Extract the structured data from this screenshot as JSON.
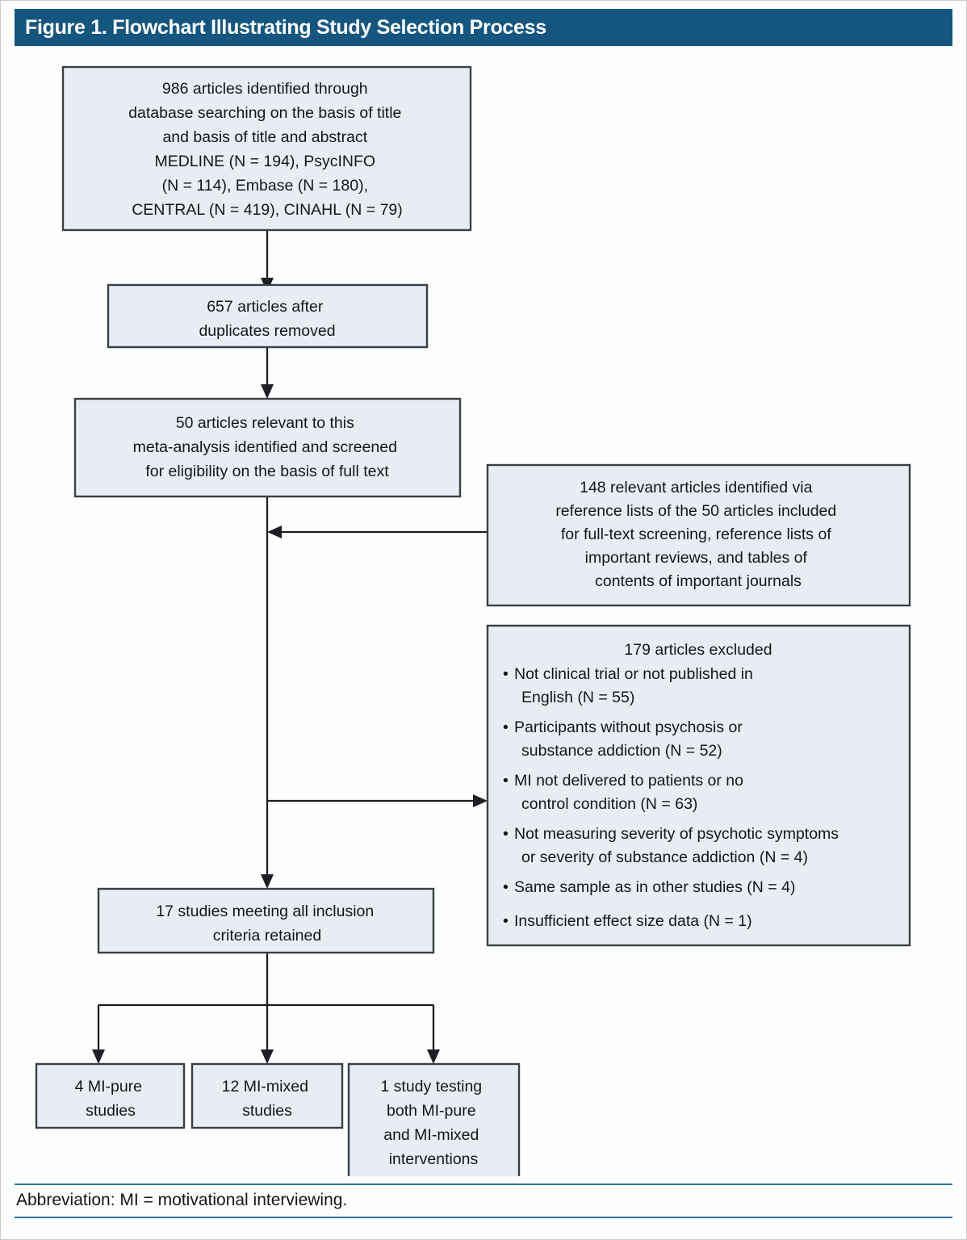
{
  "header": {
    "title": "Figure 1. Flowchart Illustrating Study Selection Process",
    "bar_color": "#15567f",
    "title_color": "#ffffff"
  },
  "theme": {
    "box_fill": "#e8ecf3",
    "box_border": "#3b3f45",
    "connector_color": "#1d1f22",
    "rule_color": "#2b74a8",
    "text_color": "#161616",
    "page_background": "#fdfefe"
  },
  "chart_data": {
    "type": "diagram",
    "title": "Figure 1. Flowchart Illustrating Study Selection Process",
    "diagram_kind": "prisma-study-selection-flowchart",
    "nodes": [
      {
        "id": "identified",
        "lines": [
          "986 articles identified through",
          "database searching on the basis of title",
          "and basis of title and abstract",
          "MEDLINE (N = 194), PsycINFO",
          "(N = 114), Embase (N = 180),",
          "CENTRAL (N = 419), CINAHL (N = 79)"
        ],
        "count": 986
      },
      {
        "id": "deduplicated",
        "lines": [
          "657 articles after",
          "duplicates removed"
        ],
        "count": 657
      },
      {
        "id": "screened",
        "lines": [
          "50 articles relevant to this",
          "meta-analysis identified and screened",
          "for eligibility on the basis of full text"
        ],
        "count": 50
      },
      {
        "id": "reference-lists",
        "lines": [
          "148 relevant articles identified via",
          "reference lists of the 50 articles included",
          "for full-text screening, reference lists of",
          "important reviews, and tables of",
          "contents of important journals"
        ],
        "count": 148
      },
      {
        "id": "excluded",
        "heading": "179 articles excluded",
        "count": 179,
        "bullets": [
          {
            "lines": [
              "Not clinical trial or not published in",
              "English (N = 55)"
            ],
            "n": 55
          },
          {
            "lines": [
              "Participants without psychosis or",
              "substance addiction (N = 52)"
            ],
            "n": 52
          },
          {
            "lines": [
              "MI not delivered to patients or no",
              "control condition (N = 63)"
            ],
            "n": 63
          },
          {
            "lines": [
              "Not measuring severity of psychotic symptoms",
              "or severity of substance addiction (N = 4)"
            ],
            "n": 4
          },
          {
            "lines": [
              "Same sample as in other studies (N = 4)"
            ],
            "n": 4
          },
          {
            "lines": [
              "Insufficient effect size data (N = 1)"
            ],
            "n": 1
          }
        ]
      },
      {
        "id": "retained",
        "lines": [
          "17 studies meeting all inclusion",
          "criteria retained"
        ],
        "count": 17
      },
      {
        "id": "mi-pure",
        "lines": [
          "4 MI-pure",
          "studies"
        ],
        "count": 4
      },
      {
        "id": "mi-mixed",
        "lines": [
          "12 MI-mixed",
          "studies"
        ],
        "count": 12
      },
      {
        "id": "mi-both",
        "lines": [
          "1 study testing",
          "both MI-pure",
          "and MI-mixed",
          "interventions"
        ],
        "count": 1
      }
    ],
    "edges": [
      {
        "from": "identified",
        "to": "deduplicated",
        "direction": "down"
      },
      {
        "from": "deduplicated",
        "to": "screened",
        "direction": "down"
      },
      {
        "from": "reference-lists",
        "to": "screened",
        "direction": "left"
      },
      {
        "from": "screened",
        "to": "excluded",
        "direction": "right"
      },
      {
        "from": "screened",
        "to": "retained",
        "direction": "down"
      },
      {
        "from": "retained",
        "to": "mi-pure",
        "direction": "down-fork"
      },
      {
        "from": "retained",
        "to": "mi-mixed",
        "direction": "down-fork"
      },
      {
        "from": "retained",
        "to": "mi-both",
        "direction": "down-fork"
      }
    ]
  },
  "footnote": {
    "text": "Abbreviation: MI = motivational interviewing."
  }
}
